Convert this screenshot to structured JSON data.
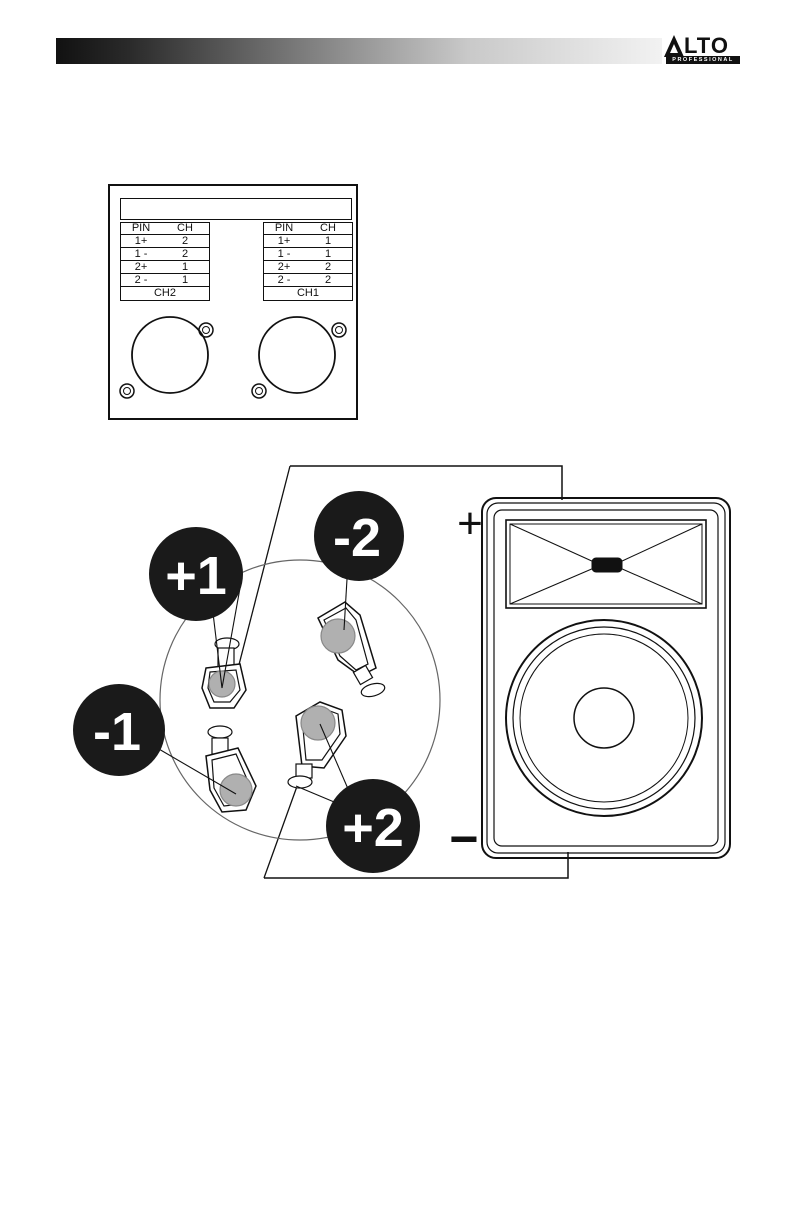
{
  "brand": {
    "name": "LTO",
    "sub": "PROFESSIONAL"
  },
  "panel": {
    "ch2": {
      "header": [
        "PIN",
        "CH"
      ],
      "rows": [
        [
          "1+",
          "2"
        ],
        [
          "1 -",
          "2"
        ],
        [
          "2+",
          "1"
        ],
        [
          "2 -",
          "1"
        ]
      ],
      "footer": "CH2"
    },
    "ch1": {
      "header": [
        "PIN",
        "CH"
      ],
      "rows": [
        [
          "1+",
          "1"
        ],
        [
          "1 -",
          "1"
        ],
        [
          "2+",
          "2"
        ],
        [
          "2 -",
          "2"
        ]
      ],
      "footer": "CH1"
    }
  },
  "pins": {
    "plus1": "+1",
    "minus2": "-2",
    "minus1": "-1",
    "plus2": "+2"
  },
  "speaker": {
    "plus": "+",
    "minus": "−"
  }
}
